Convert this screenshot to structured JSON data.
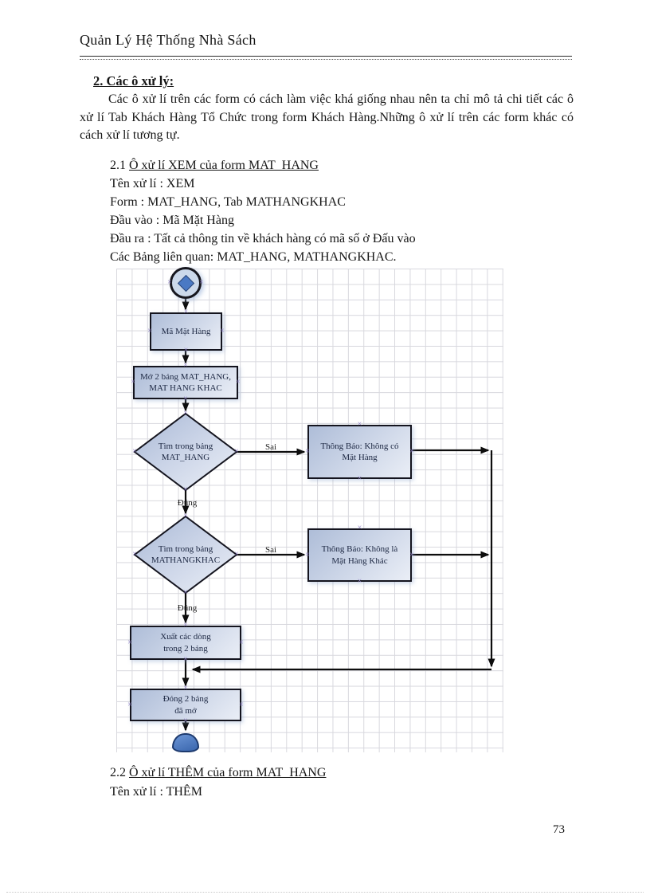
{
  "header": {
    "title": "Quản Lý Hệ Thống Nhà Sách"
  },
  "section2": {
    "heading": "2. Các ô xử lý:",
    "paragraph": "Các ô xử lí trên các form có cách làm việc khá giống nhau nên ta chỉ mô tả chi tiết các ô xử lí Tab Khách Hàng Tổ Chức trong form Khách Hàng.Những ô xử lí trên các form khác có cách xử lí tương tự."
  },
  "section21": {
    "prefix": "2.1 ",
    "title": "Ô xử lí XEM của form MAT_HANG",
    "ten_xu_li": "Tên xử lí : XEM",
    "form": "Form : MAT_HANG, Tab MATHANGKHAC",
    "dau_vao": "Đầu vào : Mã Mặt Hàng",
    "dau_ra": "Đầu ra : Tất cả thông tin về khách hàng có mã số ở Đấu vào",
    "bang_lien_quan": "Các Bảng liên quan: MAT_HANG, MATHANGKHAC."
  },
  "flowchart": {
    "nodes": {
      "input_box": {
        "line1": "Mã Mặt Hàng"
      },
      "open_tables_box": {
        "line1": "Mở 2 bảng MAT_HANG,",
        "line2": "MAT HANG KHAC"
      },
      "find_mathang_diamond": {
        "line1": "Tìm trong bảng",
        "line2": "MAT_HANG"
      },
      "notice_no_mathang_box": {
        "line1": "Thông Báo: Không có",
        "line2": "Mặt Hàng"
      },
      "find_mathangkhac_diamond": {
        "line1": "Tìm trong bảng",
        "line2": "MATHANGKHAC"
      },
      "notice_not_mathangkhac_box": {
        "line1": "Thông Báo: Không là",
        "line2": "Mặt Hàng Khác"
      },
      "output_rows_box": {
        "line1": "Xuất các dòng",
        "line2": "trong 2 bảng"
      },
      "close_tables_box": {
        "line1": "Đóng 2 bảng",
        "line2": "đã mở"
      }
    },
    "labels": {
      "sai1": "Sai",
      "dung1": "Đúng",
      "sai2": "Sai",
      "dung2": "Đúng"
    },
    "colors": {
      "shape_border": "#14141e",
      "shape_fill_light": "#eaeef6",
      "shape_fill_dark": "#aebdd8",
      "accent_blue": "#4a79c4",
      "connector": "#0d0d0d",
      "grid_line": "#d8d8de",
      "connection_point": "#8f7fc5"
    }
  },
  "section22": {
    "prefix": "2.2 ",
    "title": "Ô xử lí THÊM  của form MAT_HANG",
    "ten_xu_li": "Tên xử lí : THÊM"
  },
  "footer": {
    "page_number": "73"
  }
}
